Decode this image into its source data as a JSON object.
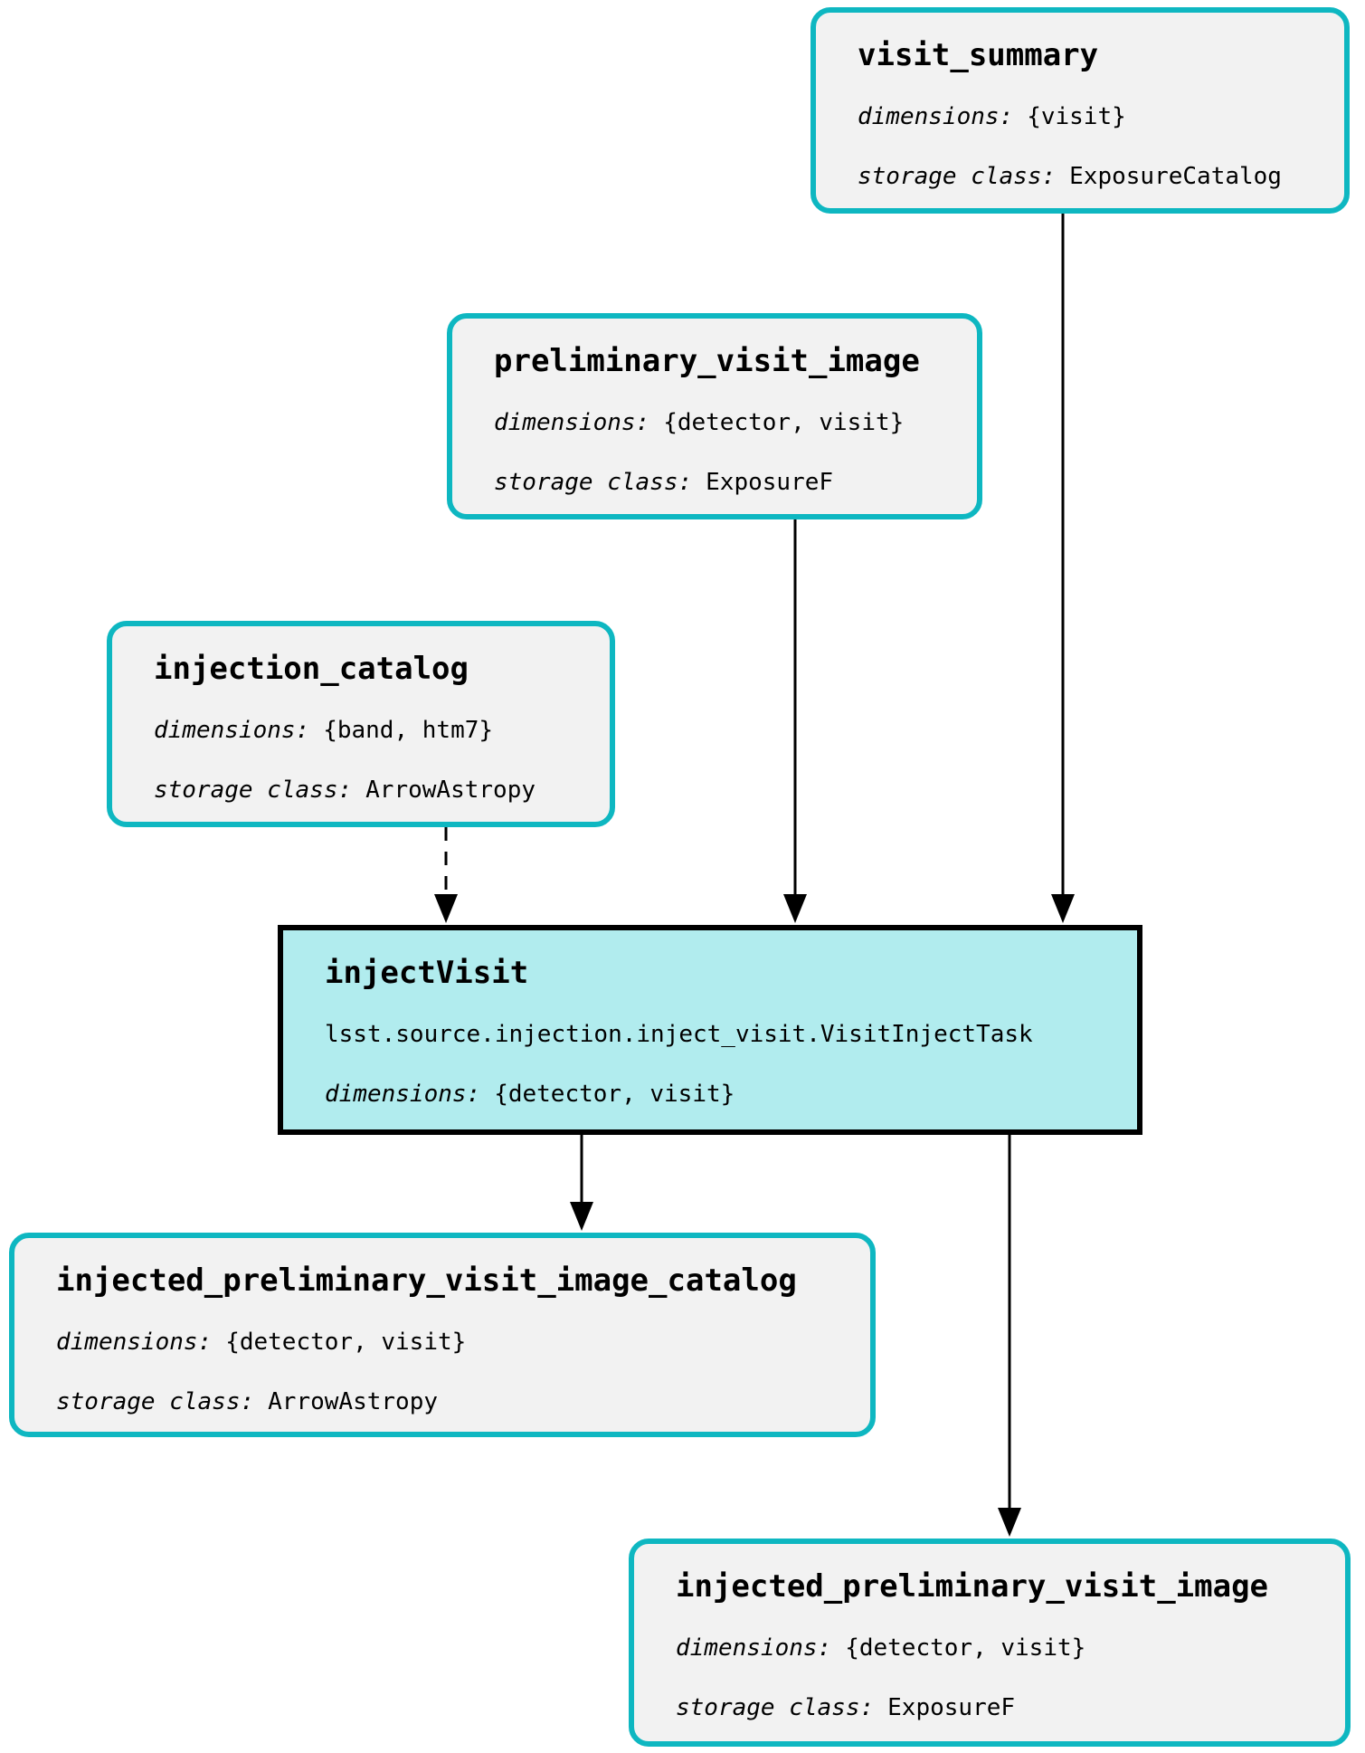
{
  "diagram": {
    "type": "pipeline-flowchart",
    "colors": {
      "dataset_border": "#0EB7C1",
      "dataset_fill": "#F2F2F2",
      "task_fill": "#B1ECEE",
      "task_border": "#000000",
      "edge_color": "#000000"
    },
    "nodes": [
      {
        "id": "visit_summary",
        "kind": "dataset",
        "title": "visit_summary",
        "dimensions_label": "dimensions:",
        "dimensions_value": "{visit}",
        "storage_label": "storage class:",
        "storage_value": "ExposureCatalog"
      },
      {
        "id": "preliminary_visit_image",
        "kind": "dataset",
        "title": "preliminary_visit_image",
        "dimensions_label": "dimensions:",
        "dimensions_value": "{detector, visit}",
        "storage_label": "storage class:",
        "storage_value": "ExposureF"
      },
      {
        "id": "injection_catalog",
        "kind": "dataset",
        "title": "injection_catalog",
        "dimensions_label": "dimensions:",
        "dimensions_value": "{band, htm7}",
        "storage_label": "storage class:",
        "storage_value": "ArrowAstropy"
      },
      {
        "id": "injectVisit",
        "kind": "task",
        "title": "injectVisit",
        "task_class": "lsst.source.injection.inject_visit.VisitInjectTask",
        "dimensions_label": "dimensions:",
        "dimensions_value": "{detector, visit}"
      },
      {
        "id": "injected_preliminary_visit_image_catalog",
        "kind": "dataset",
        "title": "injected_preliminary_visit_image_catalog",
        "dimensions_label": "dimensions:",
        "dimensions_value": "{detector, visit}",
        "storage_label": "storage class:",
        "storage_value": "ArrowAstropy"
      },
      {
        "id": "injected_preliminary_visit_image",
        "kind": "dataset",
        "title": "injected_preliminary_visit_image",
        "dimensions_label": "dimensions:",
        "dimensions_value": "{detector, visit}",
        "storage_label": "storage class:",
        "storage_value": "ExposureF"
      }
    ],
    "edges": [
      {
        "from": "visit_summary",
        "to": "injectVisit",
        "style": "solid"
      },
      {
        "from": "preliminary_visit_image",
        "to": "injectVisit",
        "style": "solid"
      },
      {
        "from": "injection_catalog",
        "to": "injectVisit",
        "style": "dashed"
      },
      {
        "from": "injectVisit",
        "to": "injected_preliminary_visit_image_catalog",
        "style": "solid"
      },
      {
        "from": "injectVisit",
        "to": "injected_preliminary_visit_image",
        "style": "solid"
      }
    ]
  }
}
